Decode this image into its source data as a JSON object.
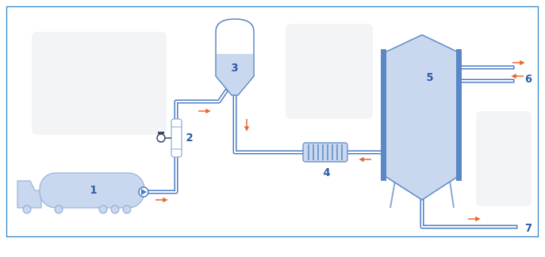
{
  "labels": {
    "truck": "1",
    "flowmeter": "2",
    "storage_tank": "3",
    "heat_exchanger": "4",
    "vessel": "5",
    "side_ports": "6",
    "outlet": "7"
  },
  "colors": {
    "frame": "#2b7ec2",
    "equipment_fill": "#c9d8ee",
    "equipment_stroke": "#5a87c5",
    "pipe": "#4a7cc4",
    "label": "#2d5aa6",
    "flow_arrow": "#e8662a",
    "background_shapes": "#f1f2f4"
  },
  "icons": {
    "pump": "pump-icon",
    "flow_direction": "flow-arrow-icon"
  }
}
